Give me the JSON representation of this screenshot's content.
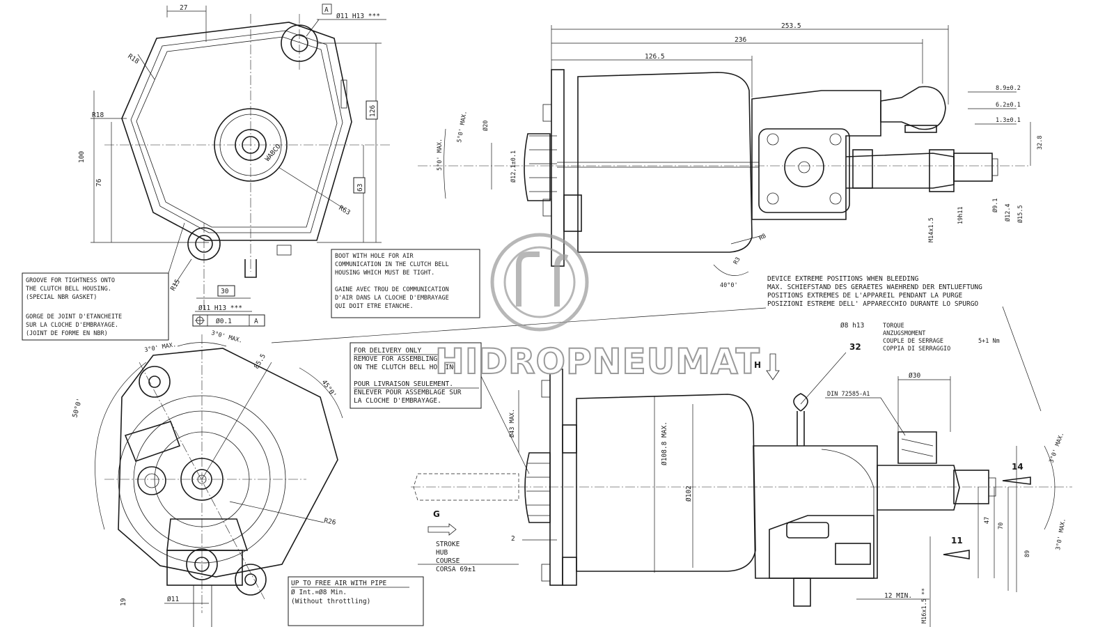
{
  "watermark": {
    "text": "HIDROPNEUMAT"
  },
  "notes": {
    "groove": [
      "GROOVE FOR TIGHTNESS ONTO",
      "THE CLUTCH BELL HOUSING.",
      "(SPECIAL NBR GASKET)",
      "GORGE DE JOINT D'ETANCHEITE",
      "SUR LA CLOCHE D'EMBRAYAGE.",
      "(JOINT DE FORME EN NBR)"
    ],
    "boot": [
      "BOOT WITH HOLE FOR AIR",
      "COMMUNICATION IN THE CLUTCH BELL",
      "HOUSING WHICH MUST BE TIGHT.",
      "GAINE AVEC TROU DE COMMUNICATION",
      "D'AIR DANS LA CLOCHE D'EMBRAYAGE",
      "QUI DOIT ETRE ETANCHE."
    ],
    "delivery": [
      "FOR DELIVERY ONLY",
      "REMOVE FOR ASSEMBLING",
      "ON THE CLUTCH BELL HOUSING.",
      "POUR LIVRAISON SEULEMENT.",
      "ENLEVER POUR ASSEMBLAGE SUR",
      "LA CLOCHE D'EMBRAYAGE."
    ],
    "bleeding": [
      "DEVICE EXTREME POSITIONS WHEN BLEEDING",
      "MAX. SCHIEFSTAND DES GERAETES WAEHREND DER ENTLUEFTUNG",
      "POSITIONS EXTREMES DE L'APPAREIL PENDANT LA PURGE",
      "POSIZIONI ESTREME DELL' APPARECCHIO DURANTE LO SPURGO"
    ],
    "torque": [
      "TORQUE",
      "ANZUGSMOMENT",
      "COUPLE DE SERRAGE",
      "COPPIA DI SERRAGGIO"
    ],
    "torque_value": "5+1 Nm",
    "torque_bolt": "Ø8 h13",
    "free_air": [
      "UP TO FREE AIR WITH PIPE",
      "Ø Int.=Ø8 Min.",
      "(Without throttling)"
    ],
    "stroke": [
      "STROKE",
      "HUB",
      "COURSE",
      "CORSA 69±1"
    ]
  },
  "dims": {
    "top_left": {
      "d27": "27",
      "d11h13_top": "Ø11 H13 ***",
      "datum_a": "A",
      "r18a": "R18",
      "r18b": "R18",
      "d100": "100",
      "d76": "76",
      "d126": "126",
      "d63": "63",
      "r63": "R63",
      "r15": "R15",
      "d30": "30",
      "d11h13_bottom": "Ø11 H13 ***",
      "ftol": "Ø0.1",
      "wabco": "WABCO"
    },
    "top_right": {
      "d253": "253.5",
      "d236": "236",
      "d126_5": "126.5",
      "max5a": "5°0' MAX.",
      "max5b": "5°0' MAX.",
      "d20": "Ø20",
      "d12": "Ø12,1±0.1",
      "r8": "R8",
      "r3": "R3",
      "a40": "40°0'",
      "m14": "M14x1.5",
      "h19": "19h11",
      "d8_9": "8.9±0.2",
      "d6_2": "6.2±0.1",
      "d1_3": "1.3±0.1",
      "d32_8": "32.8",
      "d9_1": "Ø9.1",
      "d12_4": "Ø12.4",
      "d15_5": "Ø15.5"
    },
    "bottom_left": {
      "a3a": "3°0' MAX.",
      "a3b": "3°0' MAX.",
      "a50": "50°0'",
      "a45": "45°0'",
      "d85": "85.5",
      "r26": "R26",
      "d11": "Ø11",
      "d19": "19"
    },
    "bottom_right": {
      "d32": "32",
      "h": "H",
      "d30": "Ø30",
      "din": "DIN 72585-A1",
      "d43": "Ø43 MAX.",
      "d108": "Ø108.8 MAX.",
      "d102": "Ø102",
      "g": "G",
      "d2": "2",
      "d14": "14",
      "d11": "11",
      "d47": "47",
      "d70": "70",
      "d89": "89",
      "a3c": "3°0' MAX.",
      "a3d": "3°0' MAX.",
      "d12min": "12 MIN.",
      "m16": "M16x1.5 **"
    }
  }
}
